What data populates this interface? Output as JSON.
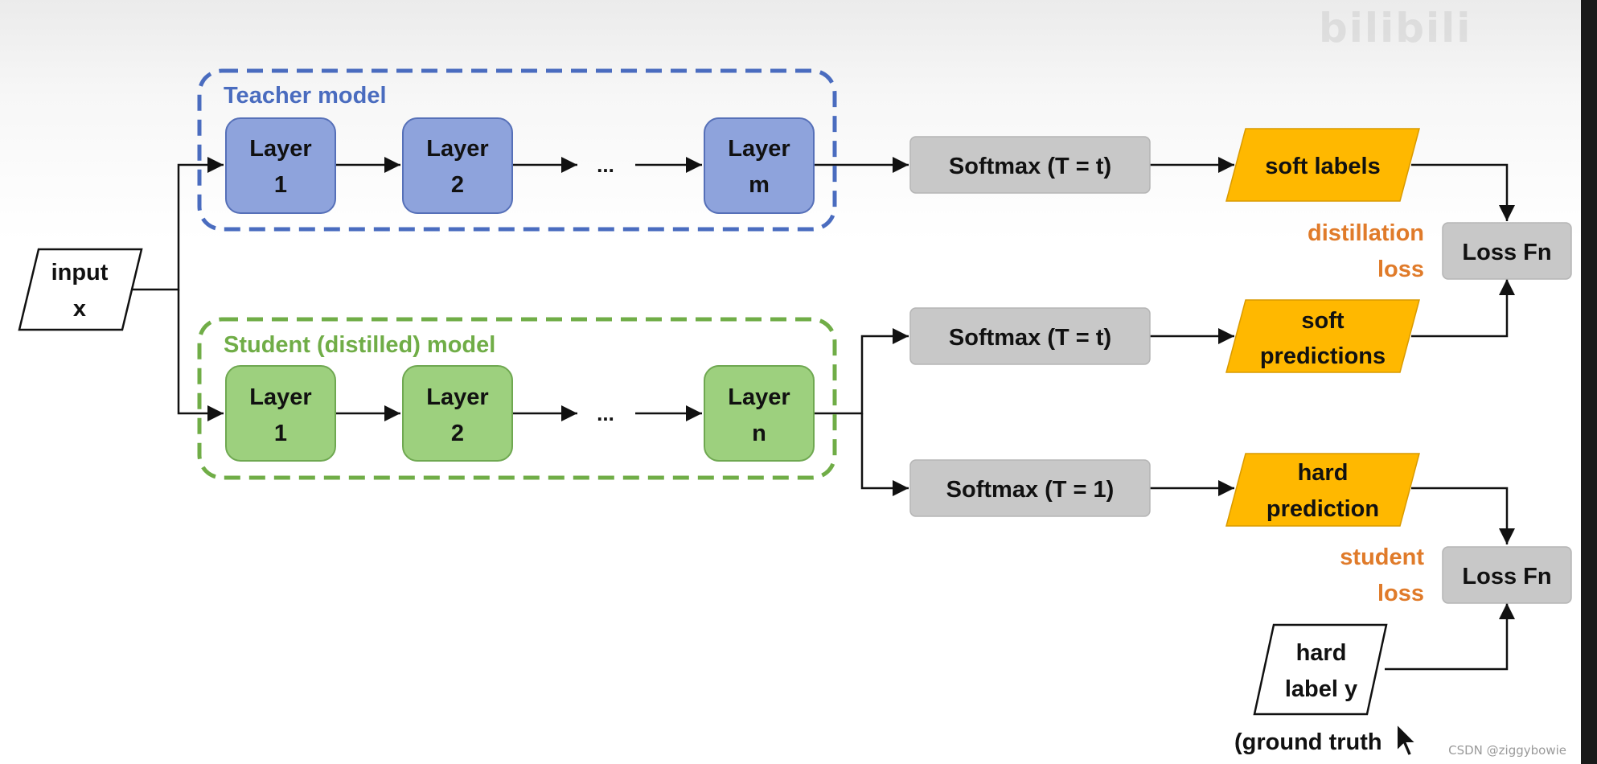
{
  "diagram": {
    "input_label": [
      "input",
      "x"
    ],
    "teacher": {
      "title": "Teacher model",
      "layers": [
        [
          "Layer",
          "1"
        ],
        [
          "Layer",
          "2"
        ],
        [
          "Layer",
          "m"
        ]
      ],
      "ellipsis": "..."
    },
    "student": {
      "title": "Student (distilled) model",
      "layers": [
        [
          "Layer",
          "1"
        ],
        [
          "Layer",
          "2"
        ],
        [
          "Layer",
          "n"
        ]
      ],
      "ellipsis": "..."
    },
    "softmax": [
      "Softmax (T = t)",
      "Softmax (T = t)",
      "Softmax (T = 1)"
    ],
    "outputs": {
      "soft_labels": [
        "soft labels"
      ],
      "soft_predictions": [
        "soft",
        "predictions"
      ],
      "hard_prediction": [
        "hard",
        "prediction"
      ],
      "hard_label": [
        "hard",
        "label y"
      ]
    },
    "losses": {
      "loss_fn": "Loss Fn",
      "distillation": [
        "distillation",
        "loss"
      ],
      "student": [
        "student",
        "loss"
      ]
    },
    "ground_truth": "(ground truth"
  },
  "watermark": "CSDN @ziggybowie",
  "logo_text": "bilibili",
  "colors": {
    "teacher": "#4a6cbf",
    "teacher_fill": "#8ea3dc",
    "student": "#70ad47",
    "student_fill": "#9dd07e",
    "softmax_fill": "#c8c8c8",
    "output_fill": "#ffb800",
    "loss_label": "#e07b2a"
  }
}
